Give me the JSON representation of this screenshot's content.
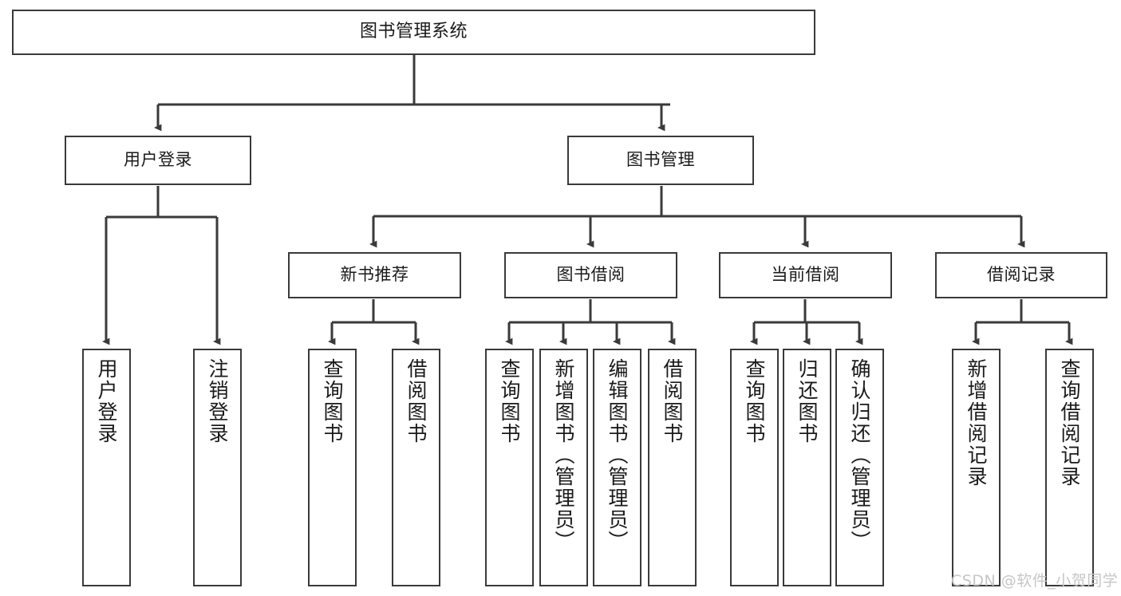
{
  "diagram": {
    "title": "图书管理系统",
    "type": "tree-hierarchy",
    "watermark": "CSDN @软件_小贺同学",
    "colors": {
      "box_border": "#3a3a3a",
      "box_fill": "#ffffff",
      "connector": "#3a3a3a",
      "text": "#1a1a1a",
      "watermark": "#c6c6c6"
    },
    "nodes": {
      "root": {
        "label": "图书管理系统"
      },
      "level2": [
        {
          "id": "user-login",
          "label": "用户登录"
        },
        {
          "id": "book-manage",
          "label": "图书管理"
        }
      ],
      "level3": [
        {
          "id": "new-book-recommend",
          "label": "新书推荐"
        },
        {
          "id": "book-borrow",
          "label": "图书借阅"
        },
        {
          "id": "current-borrow",
          "label": "当前借阅"
        },
        {
          "id": "borrow-record",
          "label": "借阅记录"
        }
      ],
      "leaves": {
        "user_login": [
          {
            "id": "leaf-user-login",
            "label": "用户登录"
          },
          {
            "id": "leaf-logout-login",
            "label": "注销登录"
          }
        ],
        "new_book_recommend": [
          {
            "id": "leaf-query-book-1",
            "label": "查询图书"
          },
          {
            "id": "leaf-borrow-book-1",
            "label": "借阅图书"
          }
        ],
        "book_borrow": [
          {
            "id": "leaf-query-book-2",
            "label": "查询图书"
          },
          {
            "id": "leaf-add-book",
            "label": "新增图书（管理员）"
          },
          {
            "id": "leaf-edit-book",
            "label": "编辑图书（管理员）"
          },
          {
            "id": "leaf-borrow-book-2",
            "label": "借阅图书"
          }
        ],
        "current_borrow": [
          {
            "id": "leaf-query-book-3",
            "label": "查询图书"
          },
          {
            "id": "leaf-return-book",
            "label": "归还图书"
          },
          {
            "id": "leaf-confirm-return",
            "label": "确认归还（管理员）"
          }
        ],
        "borrow_record": [
          {
            "id": "leaf-add-record",
            "label": "新增借阅记录"
          },
          {
            "id": "leaf-query-record",
            "label": "查询借阅记录"
          }
        ]
      }
    }
  }
}
